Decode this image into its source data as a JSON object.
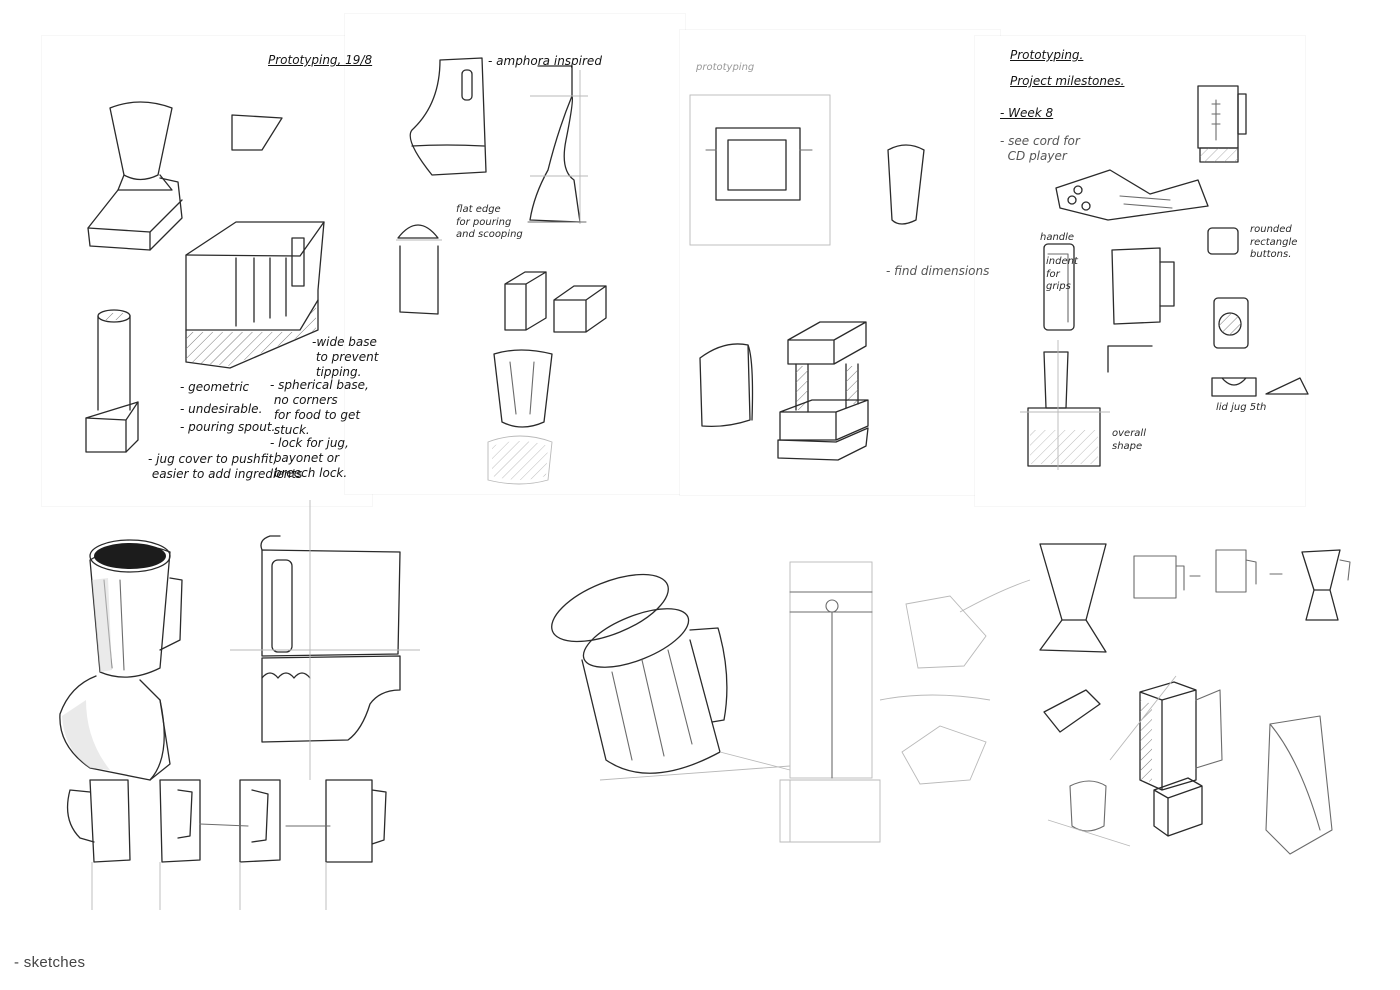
{
  "caption": "- sketches",
  "sheet1": {
    "title": "Prototyping, 19/8",
    "notes": {
      "wide_base": "-wide base\n to prevent\n tipping.",
      "geometric": "- geometric",
      "unbranded": "- undesirable.",
      "pouring": "- pouring spout.",
      "spherical": "- spherical base,\n no corners\n for food to get\n stuck.",
      "lock": "- lock for jug,\n bayonet or\n breech lock.",
      "jug_cover": "- jug cover to pushfit,\n easier to add ingredients"
    }
  },
  "sheet2": {
    "notes": {
      "amphora": "- amphora inspired",
      "flat_edge": "flat edge\nfor pouring\nand scooping"
    }
  },
  "sheet3": {
    "title": "prototyping",
    "notes": {
      "find_dim": "- find dimensions"
    }
  },
  "sheet4": {
    "title": "Prototyping.",
    "subtitle": "Project milestones.",
    "notes": {
      "week8": "- Week 8",
      "see_cord": "- see cord for\n  CD player",
      "handle": "handle",
      "indent": "indent\nfor\ngrips",
      "overall": "overall\nshape",
      "rounded": "rounded\nrectangle\nbuttons.",
      "lid_jug": "lid jug 5th"
    }
  }
}
